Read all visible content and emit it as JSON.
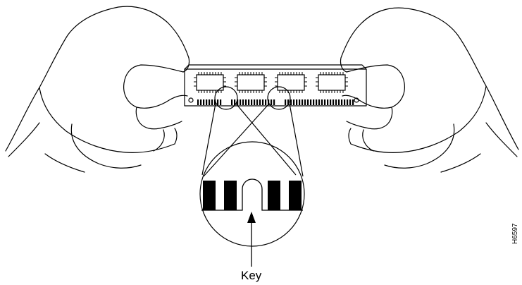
{
  "figure": {
    "callout_label": "Key",
    "figure_id": "H6597",
    "colors": {
      "ink": "#000000",
      "background": "#ffffff"
    },
    "icons": [
      "left-hand-icon",
      "right-hand-icon",
      "memory-module",
      "dram-chip",
      "notch-magnifier"
    ]
  }
}
